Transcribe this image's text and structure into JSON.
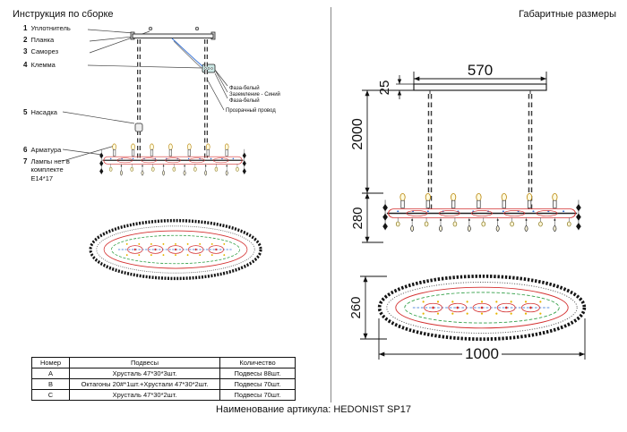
{
  "left_panel": {
    "title": "Инструкция по сборке",
    "parts": [
      {
        "num": "1",
        "label": "Уплотнитель"
      },
      {
        "num": "2",
        "label": "Планка"
      },
      {
        "num": "3",
        "label": "Саморез"
      },
      {
        "num": "4",
        "label": "Клемма"
      },
      {
        "num": "5",
        "label": "Насадка"
      },
      {
        "num": "6",
        "label": "Арматура"
      },
      {
        "num": "7",
        "label": "Лампы нет в комплекте Е14*17"
      }
    ],
    "wire_labels": [
      "Фаза-белый",
      "Заземление - Синий",
      "Фаза-белый",
      "Прозрачный провод"
    ]
  },
  "right_panel": {
    "title": "Габаритные размеры",
    "dimensions": {
      "top_width": "570",
      "bar_height": "25",
      "chain_length": "2000",
      "body_height": "280",
      "oval_height": "260",
      "total_length": "1000"
    }
  },
  "table": {
    "headers": [
      "Номер",
      "Подвесы",
      "Количество"
    ],
    "rows": [
      {
        "num": "А",
        "desc": "Хрусталь 47*30*3шт.",
        "qty": "Подвесы 88шт."
      },
      {
        "num": "В",
        "desc": "Октагоны 20#*1шт.+Хрустали 47*30*2шт.",
        "qty": "Подвесы 70шт."
      },
      {
        "num": "С",
        "desc": "Хрусталь 47*30*2шт.",
        "qty": "Подвесы 70шт."
      }
    ]
  },
  "footer": {
    "article": "Наименование артикула: HEDONIST SP17"
  },
  "colors": {
    "outline_red": "#d43030",
    "accent_blue": "#2a6ad4",
    "accent_green": "#2f9e44",
    "accent_gold": "#e6b400"
  }
}
